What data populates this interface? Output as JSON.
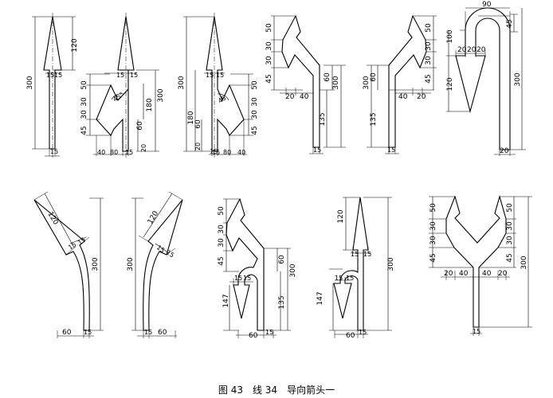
{
  "caption": {
    "figure_no": "图 43",
    "line_no": "线 34",
    "title": "导向箭头一"
  },
  "arrows": [
    {
      "id": "straight",
      "dims": [
        "120",
        "300",
        "15",
        "15",
        "15"
      ]
    },
    {
      "id": "straight-or-turn",
      "dims": [
        "50",
        "30",
        "30",
        "45",
        "45°",
        "180",
        "60",
        "300",
        "20",
        "40",
        "80",
        "15",
        "15",
        "15"
      ]
    },
    {
      "id": "straight-or-turn-mirror",
      "dims": [
        "300",
        "180",
        "60",
        "20",
        "45",
        "50",
        "30",
        "30",
        "45",
        "15",
        "80",
        "40",
        "15",
        "15",
        "15"
      ]
    },
    {
      "id": "turn-left",
      "dims": [
        "50",
        "30",
        "30",
        "45",
        "60",
        "300",
        "135",
        "20",
        "40",
        "15"
      ]
    },
    {
      "id": "turn-right",
      "dims": [
        "50",
        "30",
        "30",
        "45",
        "60",
        "300",
        "135",
        "40",
        "20",
        "15"
      ]
    },
    {
      "id": "u-turn",
      "dims": [
        "90",
        "45",
        "100",
        "20",
        "20",
        "20",
        "120",
        "300",
        "20"
      ]
    },
    {
      "id": "merge-left",
      "dims": [
        "120",
        "15",
        "15",
        "300",
        "60",
        "15"
      ]
    },
    {
      "id": "merge-right",
      "dims": [
        "120",
        "15",
        "15",
        "300",
        "15",
        "60"
      ]
    },
    {
      "id": "left-or-u-turn",
      "dims": [
        "50",
        "30",
        "30",
        "45",
        "60",
        "300",
        "15",
        "15",
        "147",
        "135",
        "60",
        "15"
      ]
    },
    {
      "id": "straight-or-u-turn",
      "dims": [
        "120",
        "15",
        "15",
        "300",
        "15",
        "15",
        "147",
        "60",
        "15"
      ]
    },
    {
      "id": "left-or-right",
      "dims": [
        "50",
        "30",
        "30",
        "45",
        "50",
        "30",
        "30",
        "45",
        "300",
        "20",
        "40",
        "40",
        "20",
        "15"
      ]
    }
  ]
}
